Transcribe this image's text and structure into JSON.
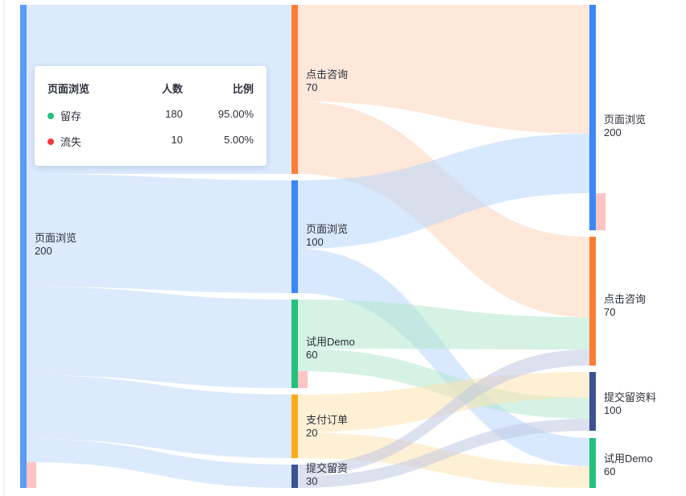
{
  "chart_data": {
    "type": "sankey",
    "title": "",
    "nodes": [
      {
        "id": "L-page",
        "column": 0,
        "label": "页面浏览",
        "value": 200,
        "color": "#5a9cf8"
      },
      {
        "id": "M-consult",
        "column": 1,
        "label": "点击咨询",
        "value": 70,
        "color": "#fd7d35"
      },
      {
        "id": "M-page",
        "column": 1,
        "label": "页面浏览",
        "value": 100,
        "color": "#3a88f6"
      },
      {
        "id": "M-demo",
        "column": 1,
        "label": "试用Demo",
        "value": 60,
        "color": "#23c17c"
      },
      {
        "id": "M-pay",
        "column": 1,
        "label": "支付订单",
        "value": 20,
        "color": "#fbac1c"
      },
      {
        "id": "M-submit",
        "column": 1,
        "label": "提交留资",
        "value": 30,
        "color": "#3c5293"
      },
      {
        "id": "R-page",
        "column": 2,
        "label": "页面浏览",
        "value": 200,
        "color": "#3a88f6"
      },
      {
        "id": "R-consult",
        "column": 2,
        "label": "点击咨询",
        "value": 70,
        "color": "#fd7d35"
      },
      {
        "id": "R-submit",
        "column": 2,
        "label": "提交留资料",
        "value": 100,
        "color": "#3c5293"
      },
      {
        "id": "R-demo",
        "column": 2,
        "label": "试用Demo",
        "value": 60,
        "color": "#23c17c"
      }
    ],
    "links": [
      {
        "source": "L-page",
        "target": "M-consult"
      },
      {
        "source": "L-page",
        "target": "M-page"
      },
      {
        "source": "L-page",
        "target": "M-demo"
      },
      {
        "source": "L-page",
        "target": "M-pay"
      },
      {
        "source": "L-page",
        "target": "M-submit"
      },
      {
        "source": "M-consult",
        "target": "R-page"
      },
      {
        "source": "M-consult",
        "target": "R-consult"
      },
      {
        "source": "M-page",
        "target": "R-page"
      },
      {
        "source": "M-page",
        "target": "R-demo"
      },
      {
        "source": "M-demo",
        "target": "R-consult"
      },
      {
        "source": "M-demo",
        "target": "R-submit"
      },
      {
        "source": "M-pay",
        "target": "R-submit"
      },
      {
        "source": "M-pay",
        "target": "R-demo"
      },
      {
        "source": "M-submit",
        "target": "R-consult"
      },
      {
        "source": "M-submit",
        "target": "R-submit"
      }
    ],
    "drop_off_markers": [
      "L-page",
      "M-demo",
      "R-page"
    ]
  },
  "labels": {
    "left_page": {
      "name": "页面浏览",
      "value": "200"
    },
    "mid_consult": {
      "name": "点击咨询",
      "value": "70"
    },
    "mid_page": {
      "name": "页面浏览",
      "value": "100"
    },
    "mid_demo": {
      "name": "试用Demo",
      "value": "60"
    },
    "mid_pay": {
      "name": "支付订单",
      "value": "20"
    },
    "mid_submit": {
      "name": "提交留资",
      "value": "30"
    },
    "right_page": {
      "name": "页面浏览",
      "value": "200"
    },
    "right_consult": {
      "name": "点击咨询",
      "value": "70"
    },
    "right_submit": {
      "name": "提交留资料",
      "value": "100"
    },
    "right_demo": {
      "name": "试用Demo",
      "value": "60"
    }
  },
  "tooltip": {
    "title": "页面浏览",
    "col_count": "人数",
    "col_ratio": "比例",
    "rows": [
      {
        "name": "留存",
        "count": "180",
        "ratio": "95.00%",
        "color": "#23c17c"
      },
      {
        "name": "流失",
        "count": "10",
        "ratio": "5.00%",
        "color": "#f5393b"
      }
    ]
  }
}
